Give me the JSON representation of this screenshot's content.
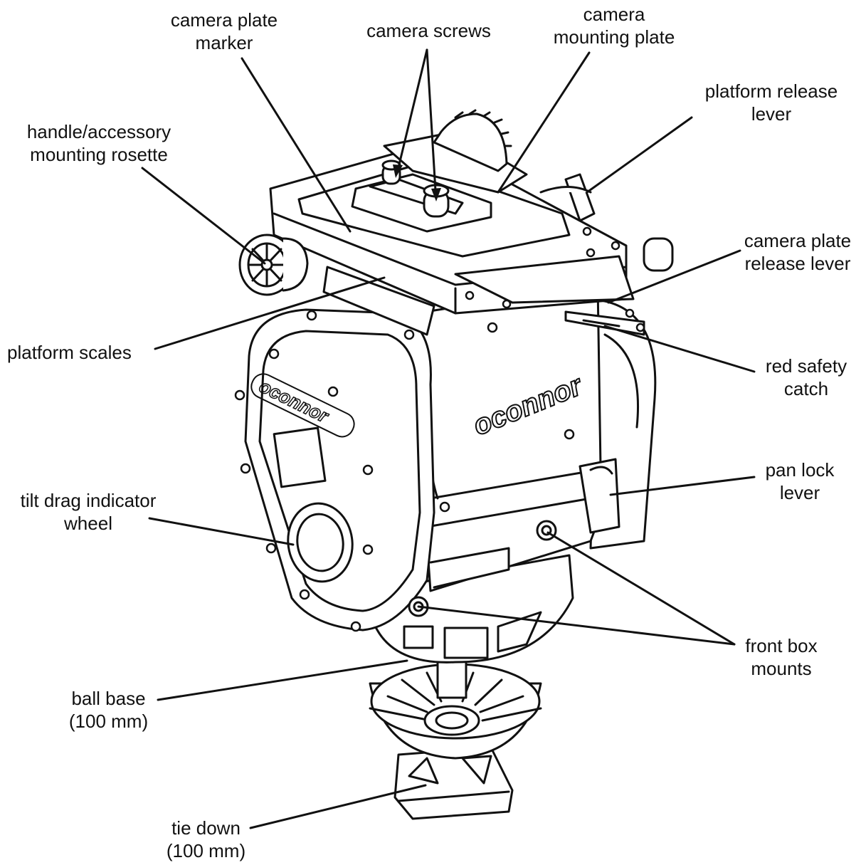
{
  "brand": "oconnor",
  "labels": {
    "camera_plate_marker": [
      "camera plate",
      "marker"
    ],
    "camera_screws": [
      "camera screws"
    ],
    "camera_mounting_plate": [
      "camera",
      "mounting plate"
    ],
    "platform_release_lever": [
      "platform release",
      "lever"
    ],
    "handle_rosette": [
      "handle/accessory",
      "mounting rosette"
    ],
    "camera_plate_release_lever": [
      "camera plate",
      "release lever"
    ],
    "platform_scales": [
      "platform scales"
    ],
    "red_safety_catch": [
      "red safety",
      "catch"
    ],
    "pan_lock_lever": [
      "pan lock",
      "lever"
    ],
    "tilt_drag_wheel": [
      "tilt drag indicator",
      "wheel"
    ],
    "front_box_mounts": [
      "front box",
      "mounts"
    ],
    "ball_base": [
      "ball base",
      "(100 mm)"
    ],
    "tie_down": [
      "tie down",
      "(100 mm)"
    ]
  }
}
